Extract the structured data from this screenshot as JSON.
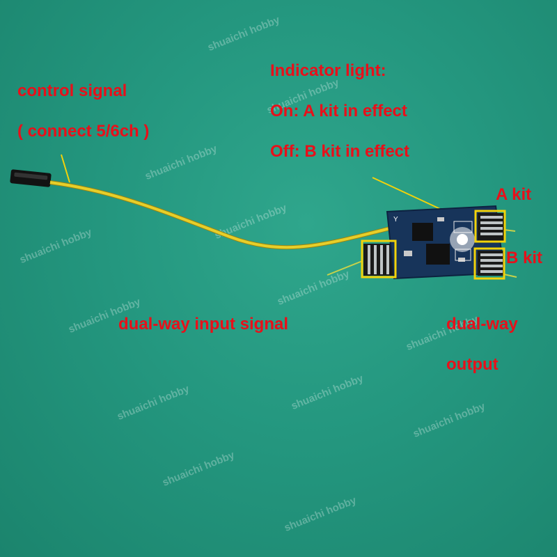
{
  "labels": {
    "control_signal": "control signal",
    "connect": "( connect 5/6ch )",
    "indicator_title": "Indicator light:",
    "indicator_on": "On: A kit in effect",
    "indicator_off": "Off: B kit in effect",
    "a_kit": "A kit",
    "b_kit": "B kit",
    "input_signal": "dual-way input signal",
    "output_line1": "dual-way",
    "output_line2": "output"
  },
  "watermark": "shuaichi hobby",
  "colors": {
    "label_text": "#e8101a",
    "background": "#24977f",
    "highlight_box": "#f2d20a",
    "wire": "#e6cf2a",
    "pcb": "#17345a"
  },
  "board": {
    "pcb_mark": "Y"
  }
}
